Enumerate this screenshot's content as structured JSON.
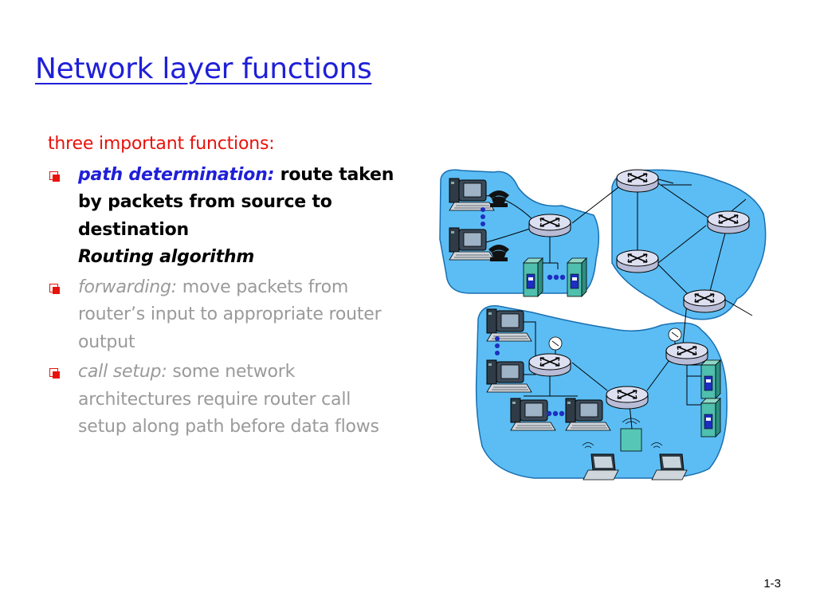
{
  "slide": {
    "title": "Network layer functions",
    "intro": "three important functions:",
    "bullets": [
      {
        "term": "path determination:",
        "text": "route taken by packets from source to destination",
        "extra": "Routing algorithm"
      },
      {
        "term": "forwarding:",
        "text": "move packets from router’s input to appropriate router output"
      },
      {
        "term": "call setup:",
        "text": "some network architectures require router call setup along path before data flows"
      }
    ],
    "number": "1-3"
  },
  "diagram": {
    "cloud_color": "#5bbdf4",
    "cloud_outline": "#1a6fb0",
    "router_color": "#dde0f0",
    "icons": [
      "router-icon",
      "desktop-computer-icon",
      "telephone-icon",
      "server-icon",
      "laptop-icon",
      "wireless-access-point-icon",
      "satellite-dish-icon"
    ]
  },
  "colors": {
    "title": "#1f1fd8",
    "intro": "#e8120c",
    "bullet_box": "#e8120c",
    "gray": "#9a9a9a"
  }
}
